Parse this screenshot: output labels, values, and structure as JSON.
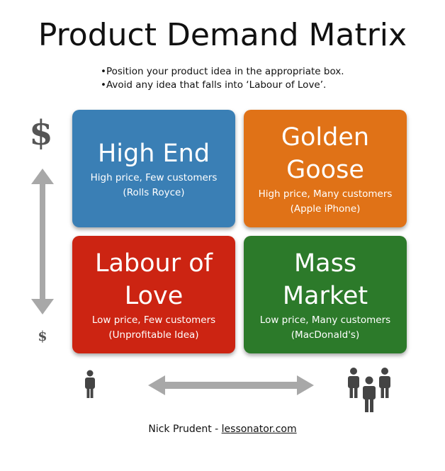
{
  "title": "Product Demand Matrix",
  "bullets": [
    "Position your product idea in the appropriate box.",
    "Avoid any idea that falls into ‘Labour of Love’."
  ],
  "axis": {
    "price_high": "$",
    "price_low": "$"
  },
  "quadrants": {
    "top_left": {
      "name": "High End",
      "line1": "High price, Few customers",
      "line2": "(Rolls Royce)",
      "color": "#3a7fb5"
    },
    "top_right": {
      "name": "Golden Goose",
      "line1": "High price, Many customers",
      "line2": "(Apple iPhone)",
      "color": "#e07217"
    },
    "bottom_left": {
      "name": "Labour of Love",
      "line1": "Low price, Few customers",
      "line2": "(Unprofitable Idea)",
      "color": "#cc2412"
    },
    "bottom_right": {
      "name": "Mass Market",
      "line1": "Low price, Many customers",
      "line2": "(MacDonald's)",
      "color": "#2c7a2a"
    }
  },
  "footer": {
    "author": "Nick Prudent - ",
    "link": "lessonator.com"
  }
}
